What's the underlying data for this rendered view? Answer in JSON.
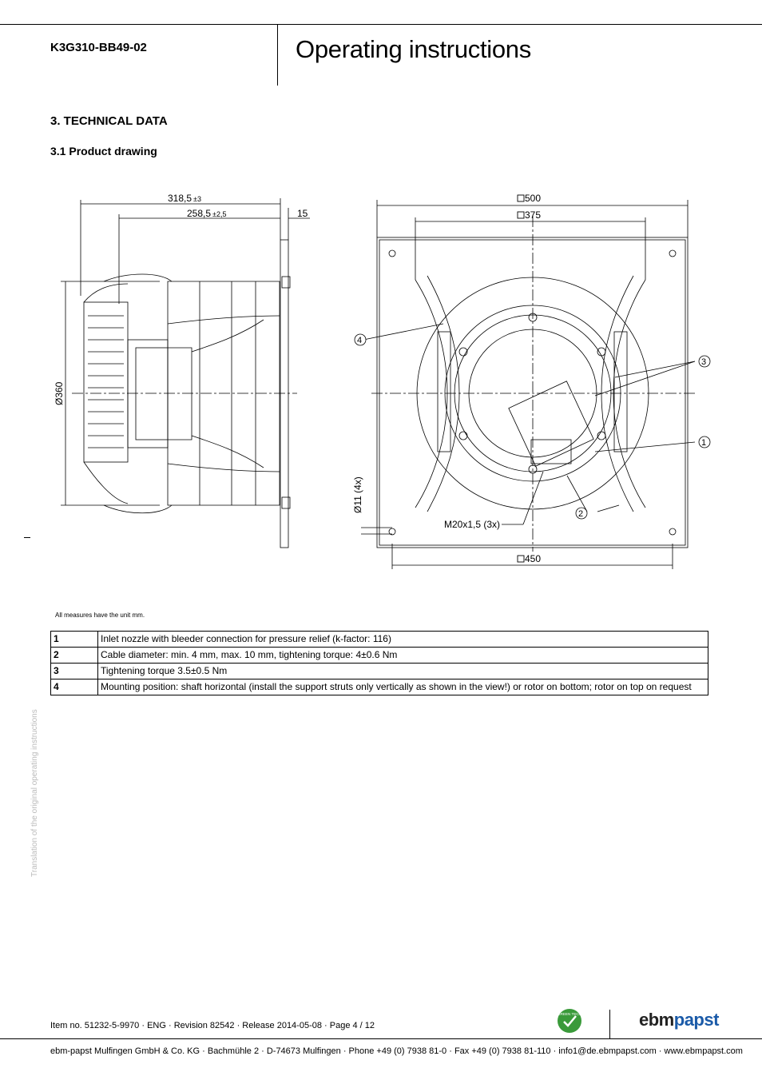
{
  "header": {
    "model": "K3G310-BB49-02",
    "title": "Operating instructions"
  },
  "section": {
    "heading": "3. TECHNICAL DATA",
    "subheading": "3.1 Product drawing"
  },
  "drawing": {
    "dims": {
      "overall_length": "318,5",
      "overall_tol": "±3",
      "motor_length": "258,5",
      "motor_tol": "±2,5",
      "plate_thickness": "15",
      "diameter": "Ø360",
      "plate_outer": "500",
      "strut_span": "375",
      "hole_span": "450",
      "holes": "Ø11 (4x)",
      "gland": "M20x1,5 (3x)"
    },
    "callouts": [
      "1",
      "2",
      "3",
      "4"
    ]
  },
  "units_note": "All measures have the unit mm.",
  "legend": [
    {
      "num": "1",
      "text": "Inlet nozzle with bleeder connection for pressure relief (k-factor: 116)"
    },
    {
      "num": "2",
      "text": "Cable diameter: min. 4 mm, max. 10 mm, tightening torque: 4±0.6 Nm"
    },
    {
      "num": "3",
      "text": "Tightening torque 3.5±0.5 Nm"
    },
    {
      "num": "4",
      "text": "Mounting position: shaft horizontal (install the support struts only vertically as shown in the view!) or rotor on bottom; rotor on top on request"
    }
  ],
  "side_note": "Translation of the original operating instructions",
  "footer": {
    "item": "Item no. 51232-5-9970 · ENG · Revision 82542 · Release 2014-05-08 · Page 4 / 12",
    "company": "ebm-papst Mulfingen GmbH & Co. KG · Bachmühle 2 · D-74673 Mulfingen · Phone +49 (0) 7938 81-0 · Fax +49 (0) 7938 81-110 · info1@de.ebmpapst.com · www.ebmpapst.com",
    "badge": "GREEN TECH",
    "brand_a": "ebm",
    "brand_b": "papst"
  },
  "colors": {
    "brand_blue": "#1a5aa8",
    "badge_green": "#3a9a3a"
  }
}
